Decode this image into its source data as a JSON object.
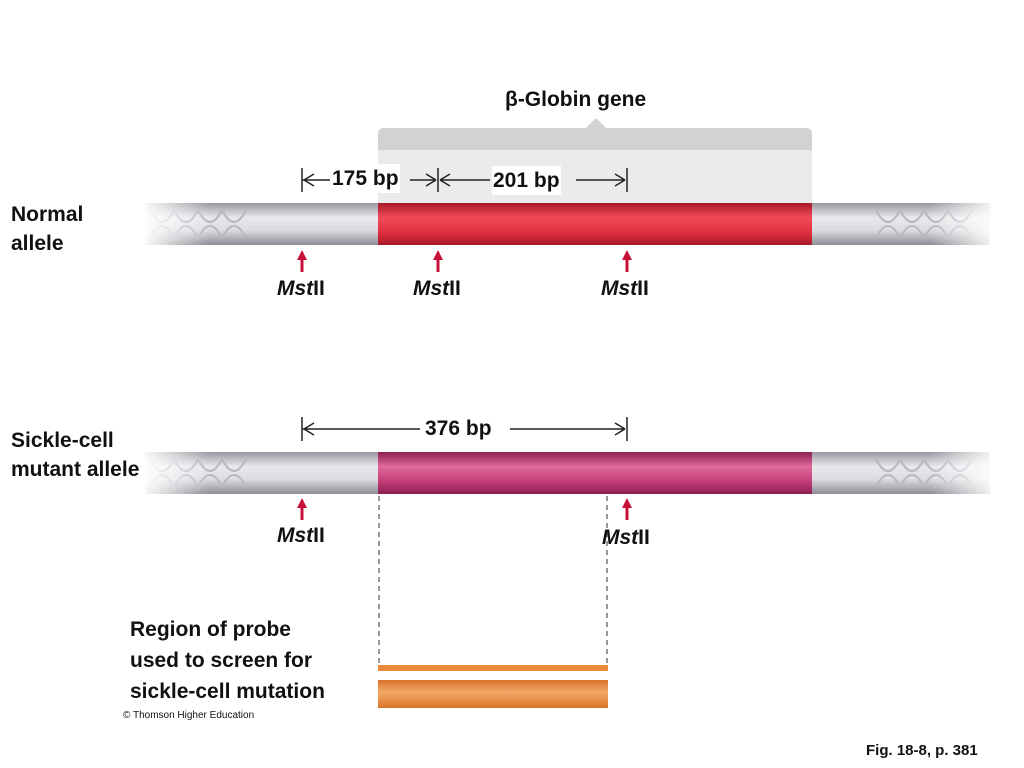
{
  "gene_label": "β-Globin gene",
  "normal": {
    "label_lines": [
      "Normal",
      "allele"
    ],
    "fragments": [
      "175 bp",
      "201 bp"
    ],
    "site_prefix": "Mst",
    "site_suffix": "II"
  },
  "mutant": {
    "label_lines": [
      "Sickle-cell",
      "mutant allele"
    ],
    "fragment": "376 bp",
    "site_prefix": "Mst",
    "site_suffix": "II"
  },
  "probe": {
    "label_lines": [
      "Region of probe",
      "used to screen for",
      "sickle-cell mutation"
    ]
  },
  "copyright": "© Thomson Higher Education",
  "figure_ref": "Fig. 18-8, p. 381",
  "colors": {
    "normal_gene": "#e0303f",
    "mutant_gene": "#c43d78",
    "probe": "#e88a3c",
    "arrow": "#c8103a",
    "bracket": "#c9c9c9"
  }
}
